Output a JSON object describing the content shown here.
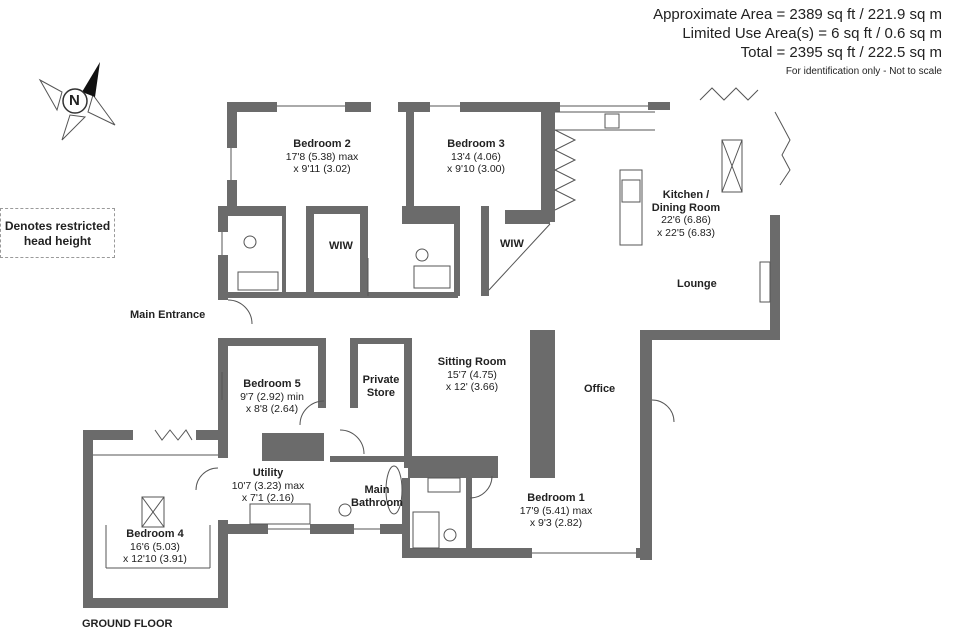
{
  "header": {
    "approx_area": "Approximate Area = 2389 sq ft / 221.9 sq m",
    "limited_area": "Limited Use Area(s) = 6 sq ft / 0.6 sq m",
    "total": "Total = 2395 sq ft / 222.5 sq m",
    "disclaimer": "For identification only - Not to scale"
  },
  "compass": {
    "letter": "N",
    "icon": "compass-north-icon"
  },
  "legend": {
    "line1": "Denotes restricted",
    "line2": "head height"
  },
  "floor_label": "GROUND FLOOR",
  "labels": {
    "main_entrance": "Main Entrance",
    "lounge": "Lounge",
    "office": "Office",
    "wiw_left": "WIW",
    "wiw_right": "WIW"
  },
  "rooms": {
    "bedroom2": {
      "name": "Bedroom 2",
      "dim1": "17'8 (5.38) max",
      "dim2": "x 9'11 (3.02)"
    },
    "bedroom3": {
      "name": "Bedroom 3",
      "dim1": "13'4 (4.06)",
      "dim2": "x 9'10 (3.00)"
    },
    "kitchen": {
      "name1": "Kitchen /",
      "name2": "Dining Room",
      "dim1": "22'6 (6.86)",
      "dim2": "x 22'5 (6.83)"
    },
    "bedroom5": {
      "name": "Bedroom 5",
      "dim1": "9'7 (2.92) min",
      "dim2": "x 8'8 (2.64)"
    },
    "private_store": {
      "name1": "Private",
      "name2": "Store"
    },
    "sitting": {
      "name": "Sitting Room",
      "dim1": "15'7 (4.75)",
      "dim2": "x 12' (3.66)"
    },
    "utility": {
      "name": "Utility",
      "dim1": "10'7 (3.23) max",
      "dim2": "x 7'1 (2.16)"
    },
    "main_bathroom": {
      "name1": "Main",
      "name2": "Bathroom"
    },
    "bedroom1": {
      "name": "Bedroom 1",
      "dim1": "17'9 (5.41) max",
      "dim2": "x 9'3 (2.82)"
    },
    "bedroom4": {
      "name": "Bedroom 4",
      "dim1": "16'6 (5.03)",
      "dim2": "x 12'10 (3.91)"
    }
  },
  "colors": {
    "wall": "#6b6b6b",
    "line": "#555555",
    "text": "#222222",
    "background": "#ffffff"
  }
}
